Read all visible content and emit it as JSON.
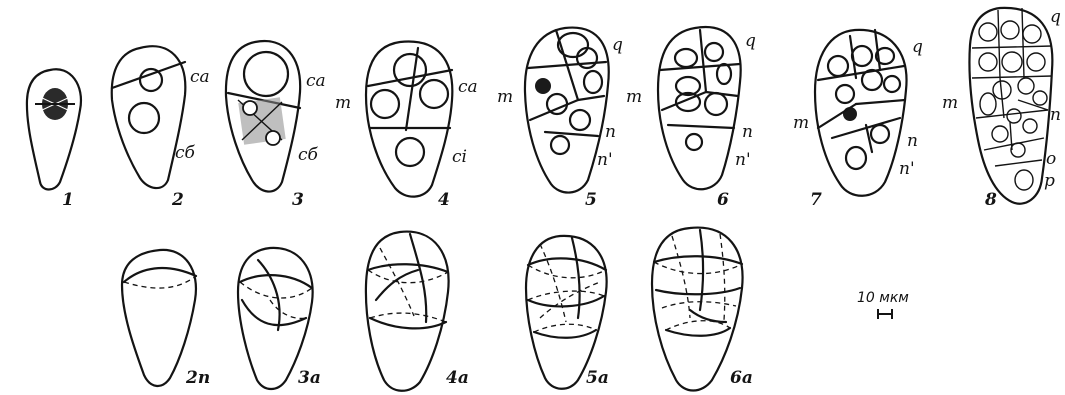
{
  "figure": {
    "stages": [
      {
        "number": "1"
      },
      {
        "number": "2",
        "labels": [
          "са",
          "сб"
        ]
      },
      {
        "number": "3",
        "labels": [
          "са",
          "сб"
        ]
      },
      {
        "number": "4",
        "labels": [
          "m",
          "са",
          "ci"
        ]
      },
      {
        "number": "5",
        "labels": [
          "m",
          "q",
          "n",
          "n'"
        ]
      },
      {
        "number": "6",
        "labels": [
          "m",
          "q",
          "n",
          "n'"
        ]
      },
      {
        "number": "7",
        "labels": [
          "m",
          "q",
          "n",
          "n'"
        ]
      },
      {
        "number": "8",
        "labels": [
          "m",
          "q",
          "n",
          "o",
          "p"
        ]
      }
    ],
    "schemes": [
      {
        "number": "2n"
      },
      {
        "number": "3a"
      },
      {
        "number": "4a"
      },
      {
        "number": "5a"
      },
      {
        "number": "6a"
      }
    ],
    "scale_bar": {
      "label": "10 мкм"
    }
  }
}
